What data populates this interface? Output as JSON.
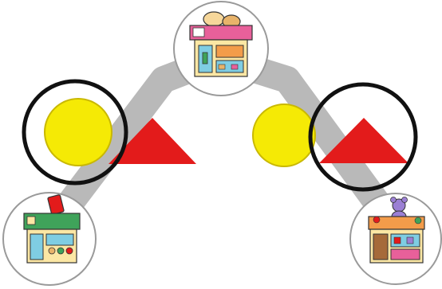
{
  "colors": {
    "background": "#ffffff",
    "road": "#b9b9b9",
    "circle_fill": "#f5ea05",
    "circle_edge": "#c9b800",
    "triangle": "#e31b1b",
    "ring": "#111111",
    "bubble_edge": "#9a9a9a",
    "awning_pink": "#e8609a",
    "shop_wall": "#fce7a4",
    "shop_glass": "#7fcde3",
    "shop_green": "#3fa35a",
    "shop_brown": "#a66a3a",
    "toy_purple": "#9b7fd4"
  },
  "shops": [
    {
      "id": "bakery",
      "icon": "bakery-shop-icon"
    },
    {
      "id": "market",
      "icon": "market-shop-icon"
    },
    {
      "id": "toy",
      "icon": "toy-shop-icon"
    }
  ],
  "markers": {
    "circle": "yellow-circle-icon",
    "triangle": "red-triangle-icon",
    "ring": "black-ring-icon"
  }
}
